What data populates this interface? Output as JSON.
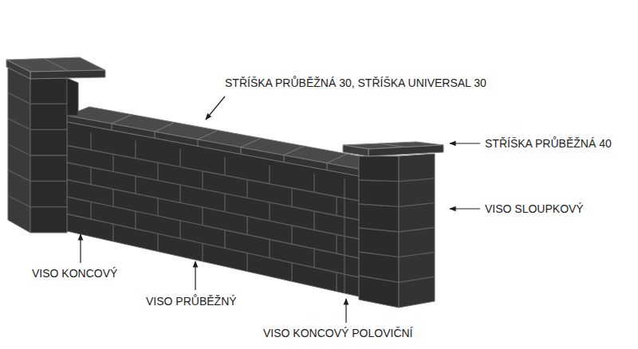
{
  "diagram": {
    "labels": [
      "STŘÍŠKA PRŮBĚŽNÁ 30, STŘÍŠKA UNIVERSAL 30",
      "STŘÍŠKA PRŮBĚŽNÁ 40",
      "VISO SLOUPKOVÝ",
      "VISO KONCOVÝ",
      "VISO PRŮBĚŽNÝ",
      "VISO KONCOVÝ POLOVIČNÍ"
    ]
  }
}
